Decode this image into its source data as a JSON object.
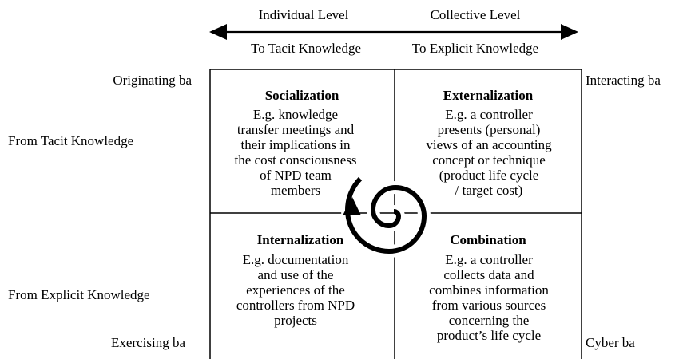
{
  "top": {
    "individual_level": "Individual Level",
    "collective_level": "Collective Level",
    "to_tacit": "To Tacit Knowledge",
    "to_explicit": "To Explicit Knowledge"
  },
  "left": {
    "originating_ba": "Originating ba",
    "from_tacit": "From Tacit Knowledge",
    "from_explicit": "From Explicit Knowledge",
    "exercising_ba": "Exercising ba"
  },
  "right": {
    "interacting_ba": "Interacting ba",
    "cyber_ba": "Cyber ba"
  },
  "quadrants": {
    "socialization": {
      "title": "Socialization",
      "lines": [
        "E.g. knowledge",
        "transfer meetings and",
        "their implications in",
        "the cost consciousness",
        "of NPD team",
        "members"
      ]
    },
    "externalization": {
      "title": "Externalization",
      "lines": [
        "E.g. a controller",
        "presents (personal)",
        "views of an accounting",
        "concept or technique",
        "(product life cycle",
        "/ target cost)"
      ]
    },
    "internalization": {
      "title": "Internalization",
      "lines": [
        "E.g. documentation",
        "and use of the",
        "experiences of the",
        "controllers from NPD",
        "projects"
      ]
    },
    "combination": {
      "title": "Combination",
      "lines": [
        "E.g. a controller",
        "collects data and",
        "combines information",
        "from various sources",
        "concerning the",
        "product’s life cycle"
      ]
    }
  }
}
